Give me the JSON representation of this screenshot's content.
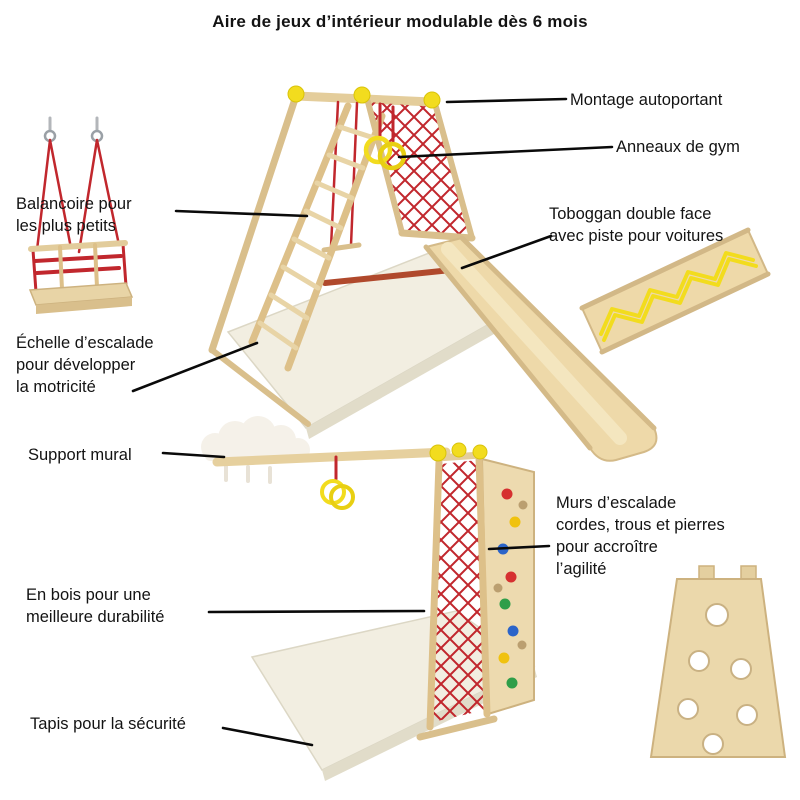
{
  "title": "Aire de jeux d’intérieur modulable dès 6 mois",
  "labels": {
    "montage": "Montage autoportant",
    "anneaux": "Anneaux de gym",
    "balancoire": "Balancoire pour\nles plus petits",
    "toboggan": "Toboggan double face\navec piste pour voitures",
    "echelle": "Échelle d’escalade\npour développer\nla motricité",
    "support": "Support mural",
    "murs": "Murs d’escalade\ncordes, trous et pierres\npour accroître\nl’agilité",
    "bois": "En bois pour une\nmeilleure durabilité",
    "tapis": "Tapis pour la sécurité"
  },
  "colors": {
    "wood_light": "#ecd9ad",
    "wood_mid": "#ddc089",
    "wood_dark": "#c9ae7a",
    "accent_yellow": "#f2dc1e",
    "rope_red": "#c1272d",
    "mat_ivory": "#f2eee1",
    "text": "#131313",
    "callout_line": "#0a0a0a"
  },
  "illustration_names": [
    "toddler-swing",
    "a-frame-playset",
    "double-sided-slide-board",
    "wall-mounted-playset",
    "climbing-board-with-holes"
  ]
}
